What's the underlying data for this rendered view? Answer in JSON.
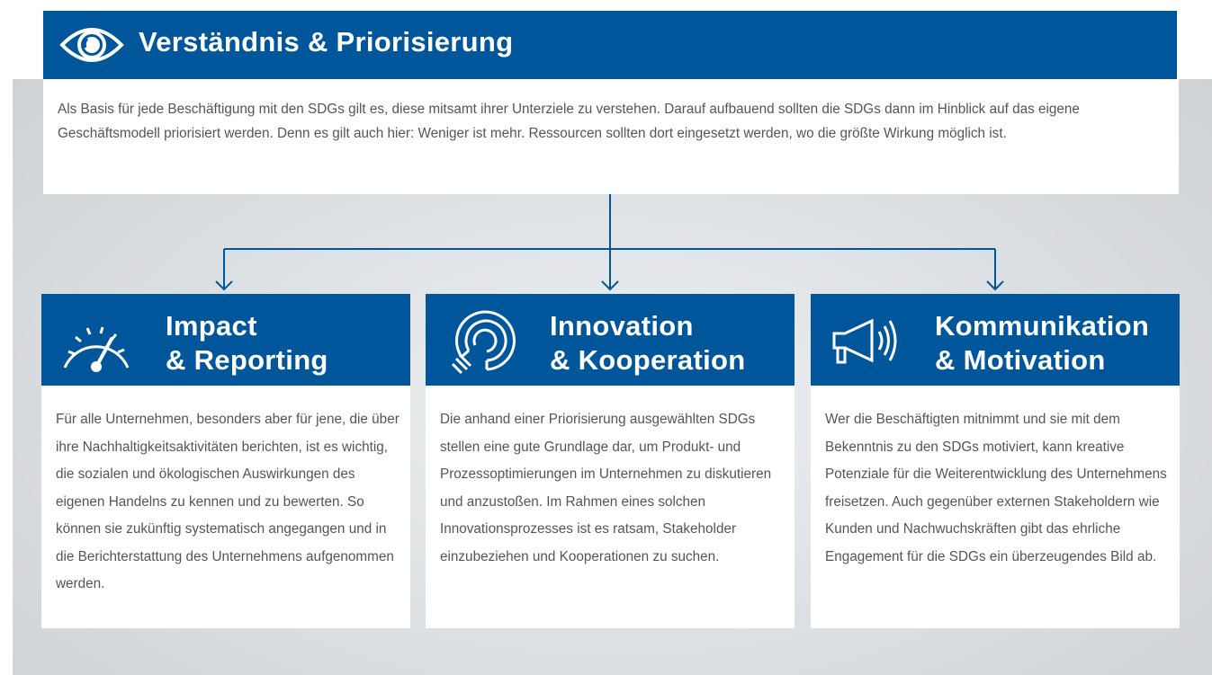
{
  "top": {
    "title": "Verständnis & Priorisierung",
    "icon": "eye-icon",
    "text": "Als Basis für jede Beschäftigung mit den SDGs gilt es, diese mitsamt ihrer Unterziele zu verstehen. Darauf aufbauend sollten die SDGs dann im Hinblick auf das eigene Geschäftsmodell priorisiert werden. Denn es gilt auch hier: Weniger ist mehr. Ressourcen sollten dort eingesetzt werden, wo die größte Wirkung möglich ist."
  },
  "cards": [
    {
      "title_line1": "Impact",
      "title_line2": "& Reporting",
      "icon": "gauge-icon",
      "text": "Für alle Unternehmen, besonders aber für jene, die über ihre Nachhaltigkeitsaktivitäten berichten, ist es wichtig, die sozialen und ökologischen Auswirkungen des eigenen Handelns zu kennen und zu bewerten. So können sie zukünftig systematisch angegangen und in die Berichterstattung des Unternehmens aufgenommen werden."
    },
    {
      "title_line1": "Innovation",
      "title_line2": "& Kooperation",
      "icon": "lightbulb-icon",
      "text": "Die anhand einer Priorisierung ausgewählten SDGs stellen eine gute Grundlage dar, um Produkt- und Prozessoptimierungen im Unternehmen zu diskutieren und anzustoßen. Im Rahmen eines solchen Innovationsprozesses ist es ratsam, Stakeholder einzubeziehen und Kooperationen zu suchen."
    },
    {
      "title_line1": "Kommunikation",
      "title_line2": "& Motivation",
      "icon": "megaphone-icon",
      "text": "Wer die Beschäftigten mitnimmt und sie mit dem Bekenntnis zu den SDGs motiviert, kann kreative Potenziale für die Weiterentwicklung des Unternehmens freisetzen. Auch gegenüber externen Stakeholdern wie Kunden und Nachwuchskräften gibt das ehrliche Engagement für die SDGs ein überzeugendes Bild ab."
    }
  ],
  "colors": {
    "header_blue": "#00569b",
    "background_gray": "#d6d9dc",
    "text_gray": "#555555"
  }
}
